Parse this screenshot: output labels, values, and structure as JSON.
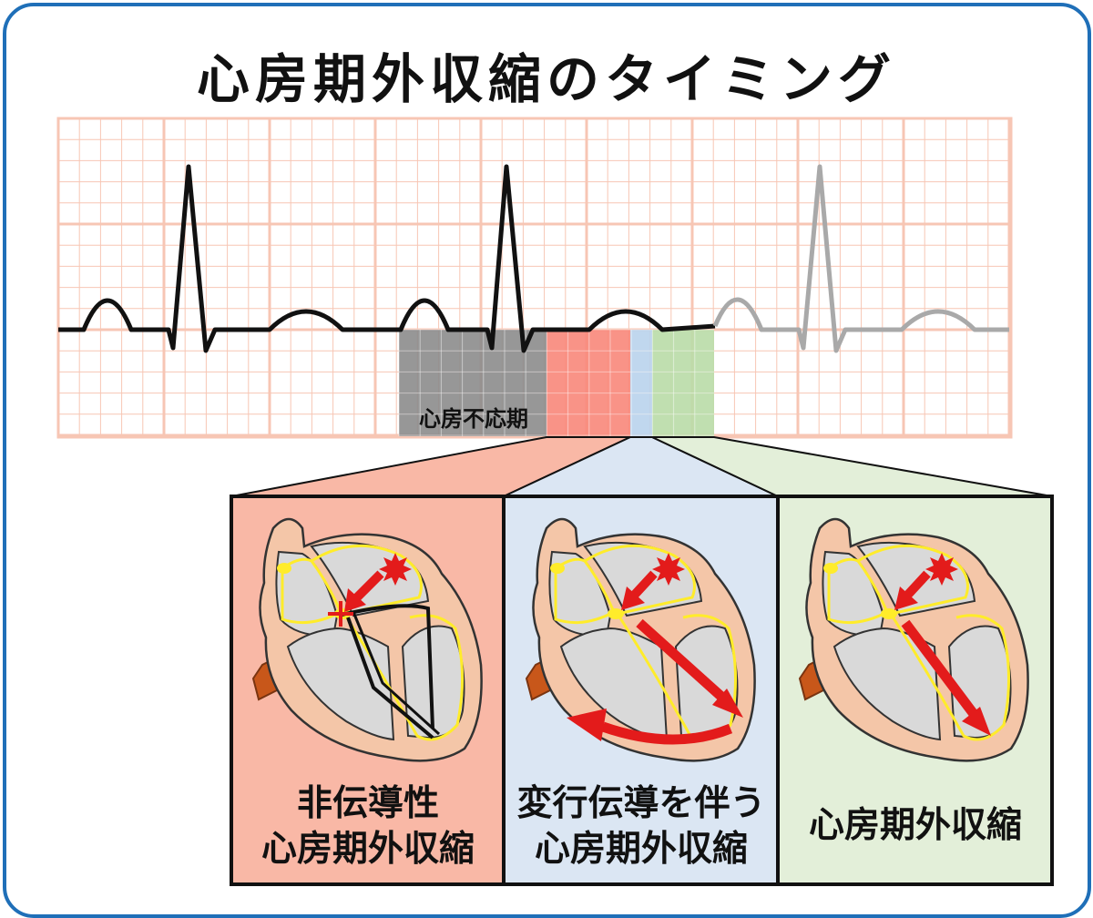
{
  "title": "心房期外収縮のタイミング",
  "ecg": {
    "refractory_label": "心房不応期",
    "zone_colors": {
      "refractory": "#8c8c8c",
      "nonconducted": "#f8877a",
      "aberrant": "#b9d3ec",
      "normal": "#b9dca7"
    },
    "grid_color": "#f7c6b4",
    "trace_color": "#111111",
    "ghost_trace_color": "#a9a9a9"
  },
  "panels": [
    {
      "label_line1": "非伝導性",
      "label_line2": "心房期外収縮",
      "bg": "#f9b8a6"
    },
    {
      "label_line1": "変行伝導を伴う",
      "label_line2": "心房期外収縮",
      "bg": "#dbe6f3"
    },
    {
      "label_line1": "心房期外収縮",
      "label_line2": "",
      "bg": "#e3efd9"
    }
  ]
}
